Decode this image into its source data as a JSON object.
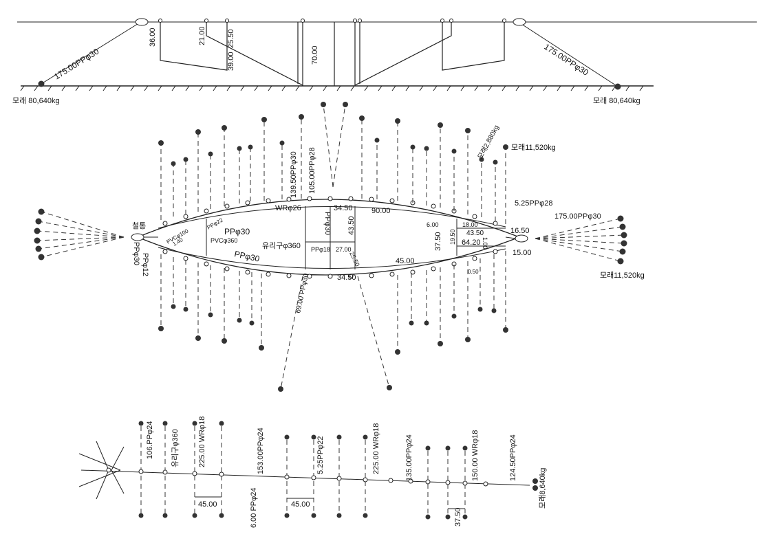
{
  "colors": {
    "ink": "#222222",
    "sinker": "#333333",
    "paper": "#ffffff"
  },
  "section_view": {
    "anchor_left": "모래 80,640kg",
    "anchor_right": "모래 80,640kg",
    "mooring_left": "175.00PPφ30",
    "mooring_right": "175.00PPφ30",
    "depths": [
      "36.00",
      "21.00",
      "25.50",
      "39.00",
      "70.00"
    ]
  },
  "plan_view": {
    "labels": {
      "top_long": "139.50PPφ30",
      "top_mid": "105.00PPφ28",
      "sand_2880": "모래2,880kg",
      "sand_11520_top": "모래11,520kg",
      "right_rope": "5.25PPφ28",
      "right_mooring": "175.00PPφ30",
      "right_sand": "모래11,520kg",
      "iron_drum": "철통",
      "pp30_left": "PPφ30",
      "pp12": "PPφ12",
      "pvc100": "PVCφ100",
      "n140": "1.40",
      "pp22": "PPφ22",
      "pp30_inner": "PPφ30",
      "pvc360": "PVCφ360",
      "pp30_lower": "PPφ30",
      "glass360": "유리구φ360",
      "wr26": "WRφ26",
      "d3450_top": "34.50",
      "pp30_center": "PPφ30",
      "d9000": "90.00",
      "d4350_center": "43.50",
      "pp18": "PPφ18",
      "d2700": "27.00",
      "d2550": "25.50",
      "d3450_bottom": "34.50",
      "d4500": "45.00",
      "bottom_rope": "69.00 PPφ30",
      "d600": "6.00",
      "d1800": "18.00",
      "d4350_right": "43.50",
      "d3750": "37.50",
      "d1950": "19.50",
      "d6420": "64.20",
      "d100": "1.00",
      "d050": "0.50",
      "d1650": "16.50",
      "d1500": "15.00"
    }
  },
  "side_view": {
    "labels": {
      "r1": "106.PPφ24",
      "r2": "유리구φ360",
      "r3": "225.00  WRφ18",
      "r4": "153.00PPφ24",
      "r5": "5.25PPφ22",
      "r6": "225.00  WRφ18",
      "r7": "135.00PPφ24",
      "r8": "150.00 WRφ18",
      "r9": "124.50PPφ24",
      "r10": "6.00 PPφ24",
      "sand": "모래8,640kg",
      "span1": "45.00",
      "span2": "45.00",
      "span3": "37.50"
    }
  }
}
